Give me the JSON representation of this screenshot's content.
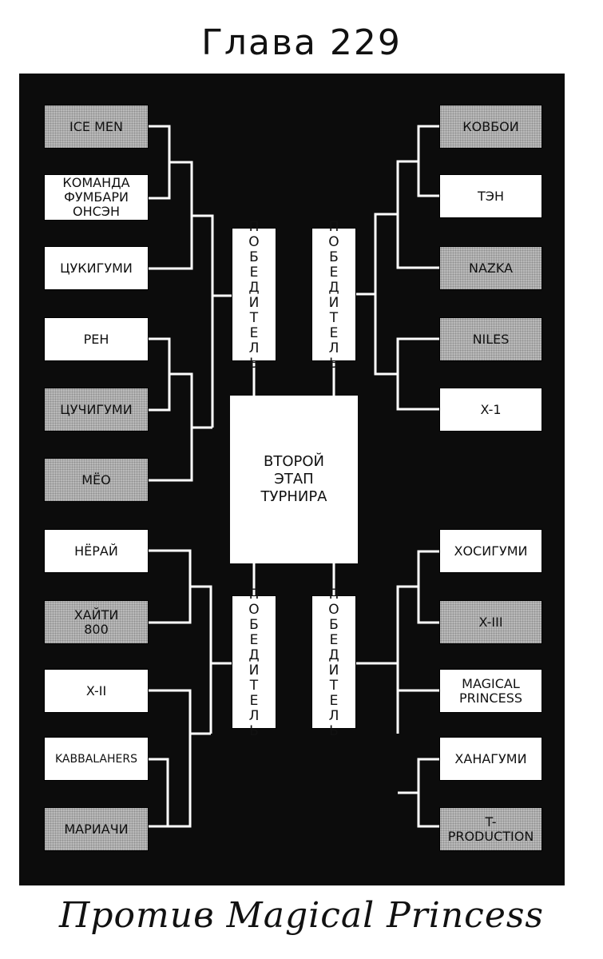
{
  "chapter_title": "Глава 229",
  "footer_title": "Против Magical Princess",
  "center_label": "ВТОРОЙ\nЭТАП\nТУРНИРА",
  "winner_label": "ПОБЕДИТЕЛЬ",
  "left_teams": [
    {
      "label": "ICE MEN",
      "shade": "gray"
    },
    {
      "label": "КОМАНДА\nФУМБАРИ\nОНСЭН",
      "shade": "white"
    },
    {
      "label": "ЦУКИГУМИ",
      "shade": "white"
    },
    {
      "label": "РЕН",
      "shade": "white"
    },
    {
      "label": "ЦУЧИГУМИ",
      "shade": "gray"
    },
    {
      "label": "МЁО",
      "shade": "gray"
    },
    {
      "label": "НЁРАЙ",
      "shade": "white"
    },
    {
      "label": "ХАЙТИ\n800",
      "shade": "gray"
    },
    {
      "label": "X-II",
      "shade": "white"
    },
    {
      "label": "KABBALAHERS",
      "shade": "white"
    },
    {
      "label": "МАРИАЧИ",
      "shade": "gray"
    }
  ],
  "right_teams": [
    {
      "label": "КОВБОИ",
      "shade": "gray"
    },
    {
      "label": "ТЭН",
      "shade": "white"
    },
    {
      "label": "NAZKA",
      "shade": "gray"
    },
    {
      "label": "NILES",
      "shade": "gray"
    },
    {
      "label": "X-1",
      "shade": "white"
    },
    {
      "label": "ХОСИГУМИ",
      "shade": "white"
    },
    {
      "label": "X-III",
      "shade": "gray"
    },
    {
      "label": "MAGICAL\nPRINCESS",
      "shade": "white"
    },
    {
      "label": "ХАНАГУМИ",
      "shade": "white"
    },
    {
      "label": "T-\nPRODUCTION",
      "shade": "gray"
    }
  ]
}
